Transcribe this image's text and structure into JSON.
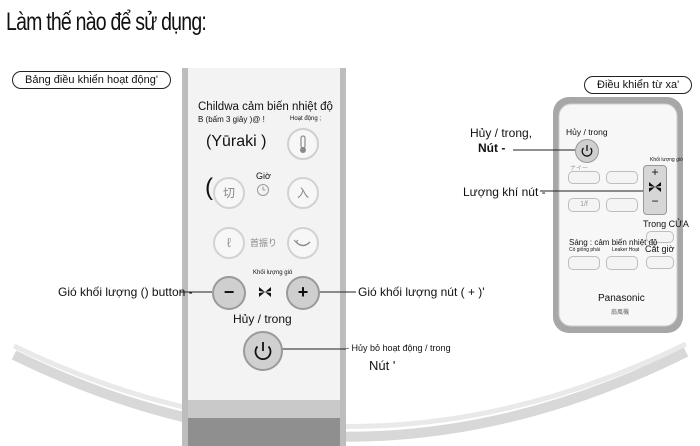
{
  "title": "Làm thế nào để sử dụng:",
  "panel": {
    "pill_label": "Bảng điều khiển hoạt động'",
    "sensor_title": "Childwa cảm biến nhiệt độ",
    "sensor_sub": "B (bấm 3 giây )@ !",
    "hoat_dong_small": "Hoạt động ;",
    "yuraki": "(Yūraki )",
    "gio_label": "Giờ",
    "kanji_kiri": "切",
    "kanji_iri": "入",
    "kubifuri": "首振り",
    "airflow_small": "Khối lượng gió",
    "vol_minus_label": "Gió khối lượng () button -",
    "vol_plus_label": "Gió khối lượng nút ( + )'",
    "power_label": "Hủy / trong",
    "cancel_label_1": "- Hủy bỏ hoạt động / trong",
    "cancel_label_2": "Nút   '"
  },
  "remote": {
    "pill_label": "Điều khiển từ xa'",
    "power_label_1": "Hủy / trong,",
    "power_label_2": "Nút -",
    "airflow_label": "Lượng khí nút -",
    "top_label": "Hủy / trong",
    "faint_1": "ナイー",
    "faint_2": "1/f",
    "side_small": "Khối lượng gió",
    "plus": "+",
    "minus": "−",
    "trong_cua": "Trong CỬA",
    "sang": "Sáng : cảm biến nhiệt độ",
    "sang_sub": "Có giống phái",
    "sang_sub2": "Leaker Hoạt",
    "cat_gio": "Cắt giờ",
    "brand": "Panasonic",
    "brand_sub": "扇風機"
  },
  "colors": {
    "panel_body": "#ececec",
    "button_gray": "#cfcfcf",
    "accent_line": "#222222"
  }
}
